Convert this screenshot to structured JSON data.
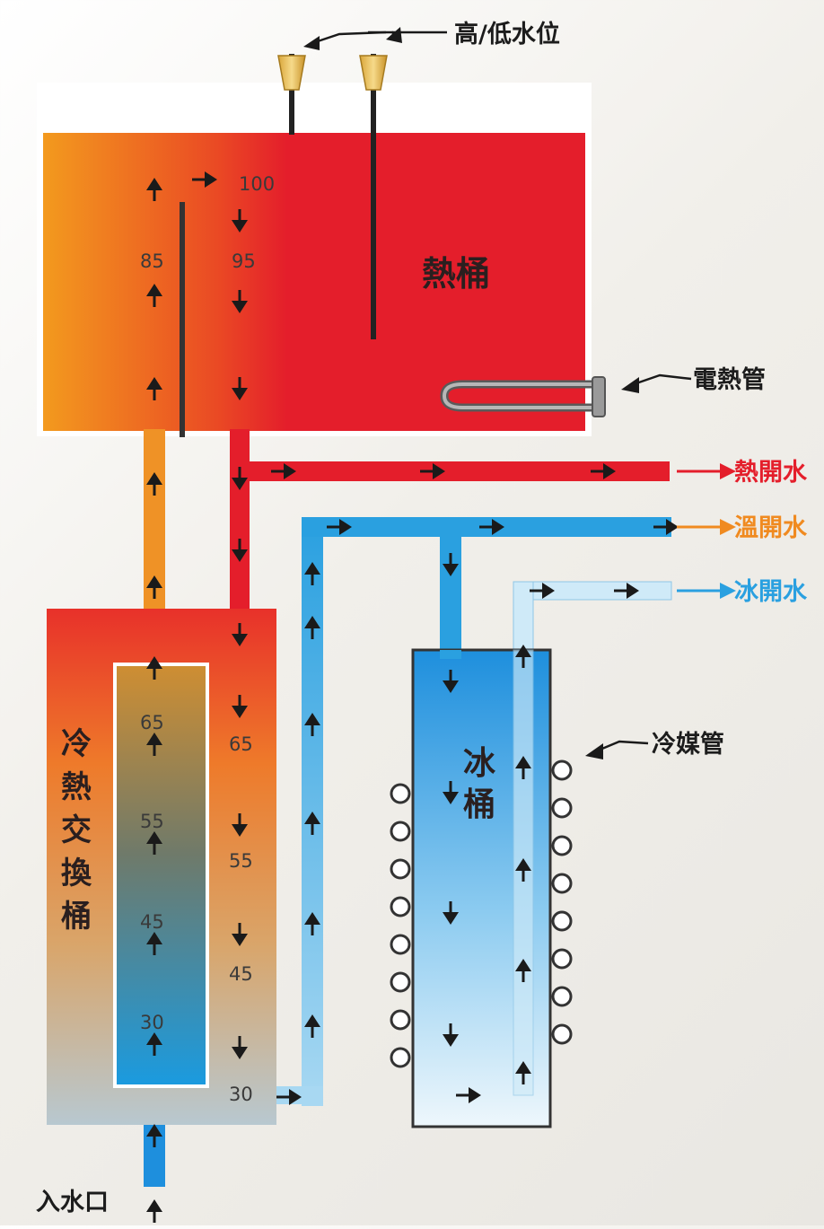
{
  "labels": {
    "water_level": "高/低水位",
    "heating_tube": "電熱管",
    "hot_tank": "熱桶",
    "exchange_tank": [
      "冷",
      "熱",
      "交",
      "換",
      "桶"
    ],
    "ice_tank": [
      "冰",
      "桶"
    ],
    "refrigerant": "冷媒管",
    "inlet": "入水口",
    "hot_out": "熱開水",
    "warm_out": "溫開水",
    "cold_out": "冰開水"
  },
  "temps": {
    "t100": "100",
    "t95": "95",
    "t85": "85",
    "inner": [
      "65",
      "55",
      "45",
      "30"
    ],
    "outer": [
      "65",
      "55",
      "45",
      "30"
    ]
  },
  "colors": {
    "hot": "#e41e2b",
    "warm": "#f08a20",
    "cold": "#2aa0e0",
    "cold_light": "#bfe3f6"
  }
}
